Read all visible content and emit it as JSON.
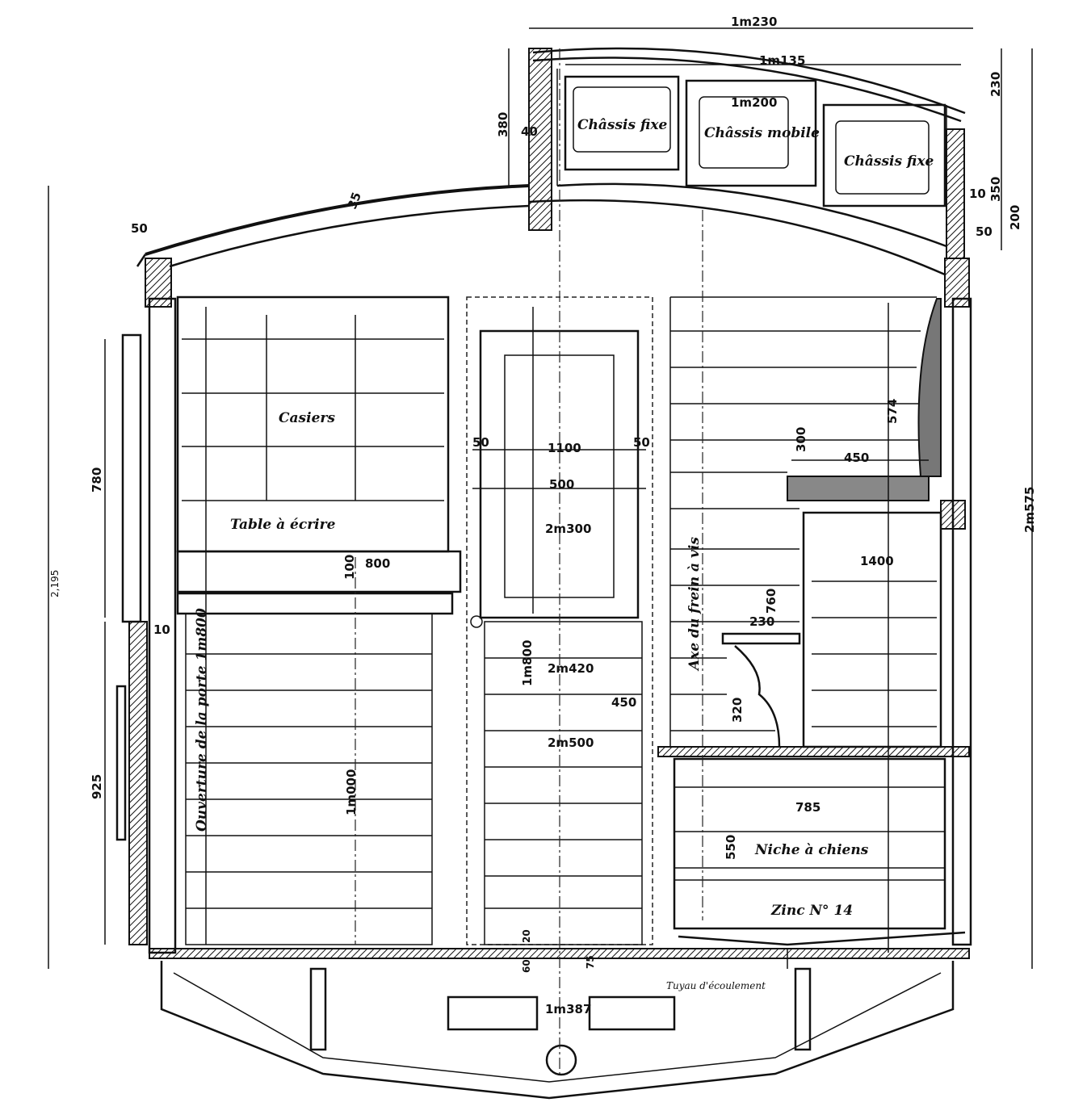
{
  "drawing": {
    "labels": {
      "chassis_fixe_left": "Châssis fixe",
      "chassis_mobile": "Châssis mobile",
      "chassis_fixe_right": "Châssis fixe",
      "casiers": "Casiers",
      "table": "Table à écrire",
      "door_opening": "Ouverture de la porte 1m800",
      "brake_axis": "Axe du frein à vis",
      "niche": "Niche à chiens",
      "zinc": "Zinc N° 14",
      "tuyau": "Tuyau d'écoulement"
    },
    "dimensions": {
      "top_width": "1m230",
      "lantern_width": "1m135",
      "lantern_inner": "1m200",
      "lantern_height": "380",
      "d40": "40",
      "d230": "230",
      "d350": "350",
      "d10a": "10",
      "d200": "200",
      "d50r": "50",
      "d35": "35",
      "d50l": "50",
      "total_height": "2,195",
      "d780": "780",
      "d925": "925",
      "d10b": "10",
      "right_height": "2m575",
      "door50l": "50",
      "door1100": "1100",
      "door50r": "50",
      "door500": "500",
      "door2300": "2m300",
      "table100": "100",
      "table800": "800",
      "door1800": "1m800",
      "d2420": "2m420",
      "d450a": "450",
      "d2500": "2m500",
      "d1000": "1m000",
      "d20": "20",
      "d60": "60",
      "d75": "75",
      "d1387": "1m387",
      "d300": "300",
      "d450b": "450",
      "d574": "574",
      "d1400": "1400",
      "d760": "760",
      "d230b": "230",
      "d320": "320",
      "d785": "785",
      "d550": "550"
    }
  }
}
